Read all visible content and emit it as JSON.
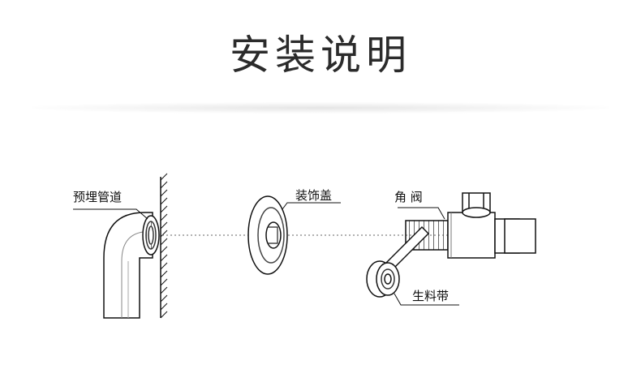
{
  "title": "安装说明",
  "labels": {
    "embedded_pipe": "预埋管道",
    "decorative_cover": "装饰盖",
    "angle_valve": "角 阀",
    "teflon_tape": "生料带"
  }
}
